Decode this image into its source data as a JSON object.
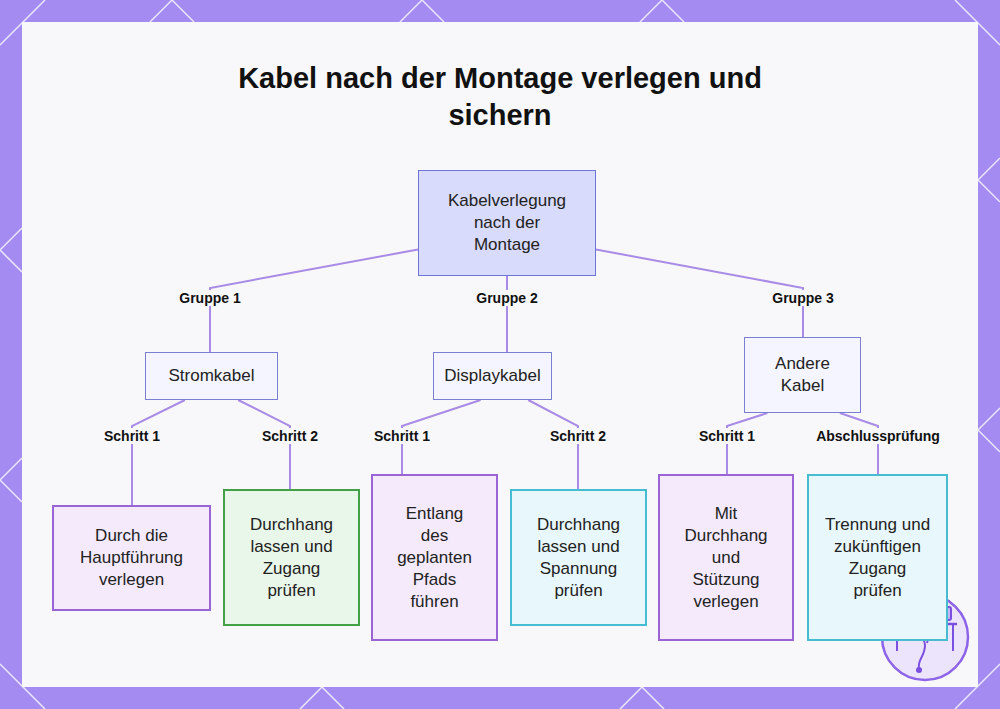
{
  "diagram": {
    "title": "Kabel nach der Montage verlegen und sichern",
    "nodes": [
      {
        "text": [
          "Kabelverlegung nach der Montage"
        ]
      },
      {
        "text": [
          "Stromkabel"
        ]
      },
      {
        "text": [
          "Displaykabel"
        ]
      },
      {
        "text": [
          "Andere Kabel"
        ]
      },
      {
        "text": [
          "Durch die Hauptführung verlegen"
        ]
      },
      {
        "text": [
          "Durchhang lassen und Zugang prüfen"
        ]
      },
      {
        "text": [
          "Entlang des geplanten Pfads führen"
        ]
      },
      {
        "text": [
          "Durchhang lassen und Spannung prüfen"
        ]
      },
      {
        "text": [
          "Mit Durchhang und Stützung verlegen"
        ]
      },
      {
        "text": [
          "Trennung und zukünftigen Zugang prüfen"
        ]
      }
    ],
    "edges": [
      {
        "from": 0,
        "to": 1,
        "arrow": "none",
        "label": "Gruppe 1"
      },
      {
        "from": 0,
        "to": 2,
        "arrow": "none",
        "label": "Gruppe 2"
      },
      {
        "from": 0,
        "to": 3,
        "arrow": "none",
        "label": "Gruppe 3"
      },
      {
        "from": 1,
        "to": 4,
        "arrow": "none",
        "label": "Schritt 1"
      },
      {
        "from": 1,
        "to": 5,
        "arrow": "none",
        "label": "Schritt 2"
      },
      {
        "from": 2,
        "to": 6,
        "arrow": "none",
        "label": "Schritt 1"
      },
      {
        "from": 2,
        "to": 7,
        "arrow": "none",
        "label": "Schritt 2"
      },
      {
        "from": 3,
        "to": 8,
        "arrow": "none",
        "label": "Schritt 1"
      },
      {
        "from": 3,
        "to": 9,
        "arrow": "none",
        "label": "Abschlussprüfung"
      }
    ]
  }
}
